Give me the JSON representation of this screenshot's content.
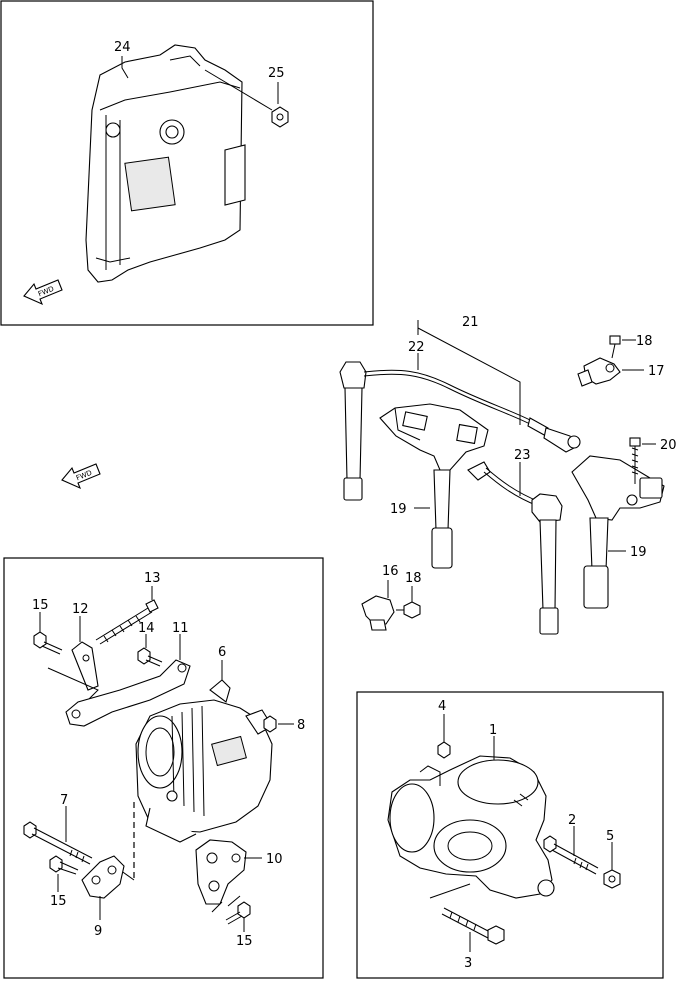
{
  "title": "",
  "fwd_label": "FWD",
  "callouts": {
    "c1": "1",
    "c2": "2",
    "c3": "3",
    "c4": "4",
    "c5": "5",
    "c6": "6",
    "c7": "7",
    "c8": "8",
    "c9": "9",
    "c10": "10",
    "c11": "11",
    "c12": "12",
    "c13": "13",
    "c14": "14",
    "c15a": "15",
    "c15b": "15",
    "c15c": "15",
    "c16": "16",
    "c17": "17",
    "c18a": "18",
    "c18b": "18",
    "c19a": "19",
    "c19b": "19",
    "c20": "20",
    "c21": "21",
    "c22": "22",
    "c23": "23",
    "c24": "24",
    "c25": "25"
  },
  "groups": [
    {
      "name": "ecu-group"
    },
    {
      "name": "ignition-group"
    },
    {
      "name": "alternator-group"
    },
    {
      "name": "starter-group"
    }
  ]
}
